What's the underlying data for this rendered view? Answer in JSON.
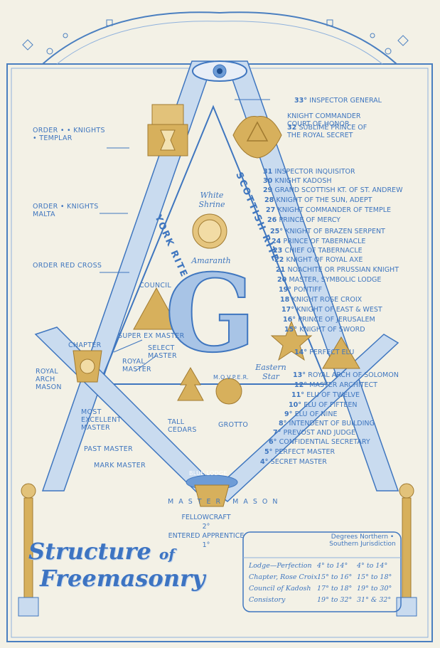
{
  "left_labels": {
    "templar": "ORDER • • KNIGHTS • TEMPLAR",
    "malta": "ORDER • KNIGHTS MALTA",
    "red_cross": "ORDER RED CROSS",
    "council": "COUNCIL",
    "super_ex_master": "SUPER EX MASTER",
    "select_master": "SELECT MASTER",
    "royal_master": "ROYAL MASTER",
    "chapter": "CHAPTER",
    "royal_arch_mason": "ROYAL ARCH MASON",
    "most_excellent_master": "MOST EXCELLENT MASTER",
    "past_master": "PAST MASTER",
    "mark_master": "MARK MASTER",
    "tall_cedars": "TALL CEDARS",
    "grotto": "GROTTO"
  },
  "rites": {
    "york": "YORK RITE",
    "scottish": "SCOTTISH RITE"
  },
  "orders": {
    "white_shrine": "White Shrine",
    "amaranth": "Amaranth",
    "eastern_star": "Eastern Star",
    "mvopem": "M.O.V.P.E.R."
  },
  "g_letter": "G",
  "degrees": [
    {
      "num": "33°",
      "text": "INSPECTOR GENERAL"
    },
    {
      "num": "",
      "text": "KNIGHT COMMANDER COURT OF HONOR"
    },
    {
      "num": "32",
      "text": "SUBLIME PRINCE OF THE ROYAL SECRET"
    },
    {
      "num": "31",
      "text": "INSPECTOR INQUISITOR"
    },
    {
      "num": "30",
      "text": "KNIGHT KADOSH"
    },
    {
      "num": "29",
      "text": "GRAND SCOTTISH KT. OF ST. ANDREW"
    },
    {
      "num": "28",
      "text": "KNIGHT OF THE SUN, ADEPT"
    },
    {
      "num": "27",
      "text": "KNIGHT COMMANDER OF TEMPLE"
    },
    {
      "num": "26",
      "text": "PRINCE OF MERCY"
    },
    {
      "num": "25°",
      "text": "KNIGHT OF BRAZEN SERPENT"
    },
    {
      "num": "24",
      "text": "PRINCE OF TABERNACLE"
    },
    {
      "num": "23",
      "text": "CHIEF OF TABERNACLE"
    },
    {
      "num": "22",
      "text": "KNIGHT OF ROYAL AXE"
    },
    {
      "num": "21",
      "text": "NOACHITE OR PRUSSIAN KNIGHT"
    },
    {
      "num": "20",
      "text": "MASTER, SYMBOLIC LODGE"
    },
    {
      "num": "19°",
      "text": "PONTIFF"
    },
    {
      "num": "18",
      "text": "KNIGHT ROSE CROIX"
    },
    {
      "num": "17°",
      "text": "KNIGHT OF EAST & WEST"
    },
    {
      "num": "16°",
      "text": "PRINCE OF JERUSALEM"
    },
    {
      "num": "15°",
      "text": "KNIGHT OF SWORD"
    },
    {
      "num": "14°",
      "text": "PERFECT ELU"
    },
    {
      "num": "13°",
      "text": "ROYAL ARCH OF SOLOMON"
    },
    {
      "num": "12°",
      "text": "MASTER ARCHITECT"
    },
    {
      "num": "11°",
      "text": "ELU OF TWELVE"
    },
    {
      "num": "10°",
      "text": "ELU OF FIFTEEN"
    },
    {
      "num": "9°",
      "text": "ELU OF NINE"
    },
    {
      "num": "8°",
      "text": "INTENDENT OF BUILDING"
    },
    {
      "num": "7°",
      "text": "PREVOST AND JUDGE"
    },
    {
      "num": "6°",
      "text": "CONFIDENTIAL SECRETARY"
    },
    {
      "num": "5°",
      "text": "PERFECT MASTER"
    },
    {
      "num": "4°",
      "text": "SECRET MASTER"
    }
  ],
  "base": {
    "blue_lodge": "BLUE LODGE",
    "master_mason": "MASTER MASON",
    "fellowcraft": "FELLOWCRAFT",
    "fellowcraft_deg": "2°",
    "entered_apprentice": "ENTERED APPRENTICE",
    "entered_apprentice_deg": "1°"
  },
  "title": {
    "line1": "Structure",
    "of": "of",
    "line2": "Freemasonry"
  },
  "table": {
    "header": "Degrees Northern • Southern Jurisdiction",
    "rows": [
      {
        "body": "Lodge—Perfection",
        "north": "4° to 14°",
        "south": "4° to 14°"
      },
      {
        "body": "Chapter, Rose Croix",
        "north": "15° to 16°",
        "south": "15° to 18°"
      },
      {
        "body": "Council of Kadosh",
        "north": "17° to 18°",
        "south": "19° to 30°"
      },
      {
        "body": "Consistory",
        "north": "19° to 32°",
        "south": "31° & 32°"
      }
    ]
  },
  "colors": {
    "background": "#f3f1e6",
    "blue": "#3f76bf",
    "light_blue": "#a8c4e6",
    "gold": "#c9a04a"
  }
}
